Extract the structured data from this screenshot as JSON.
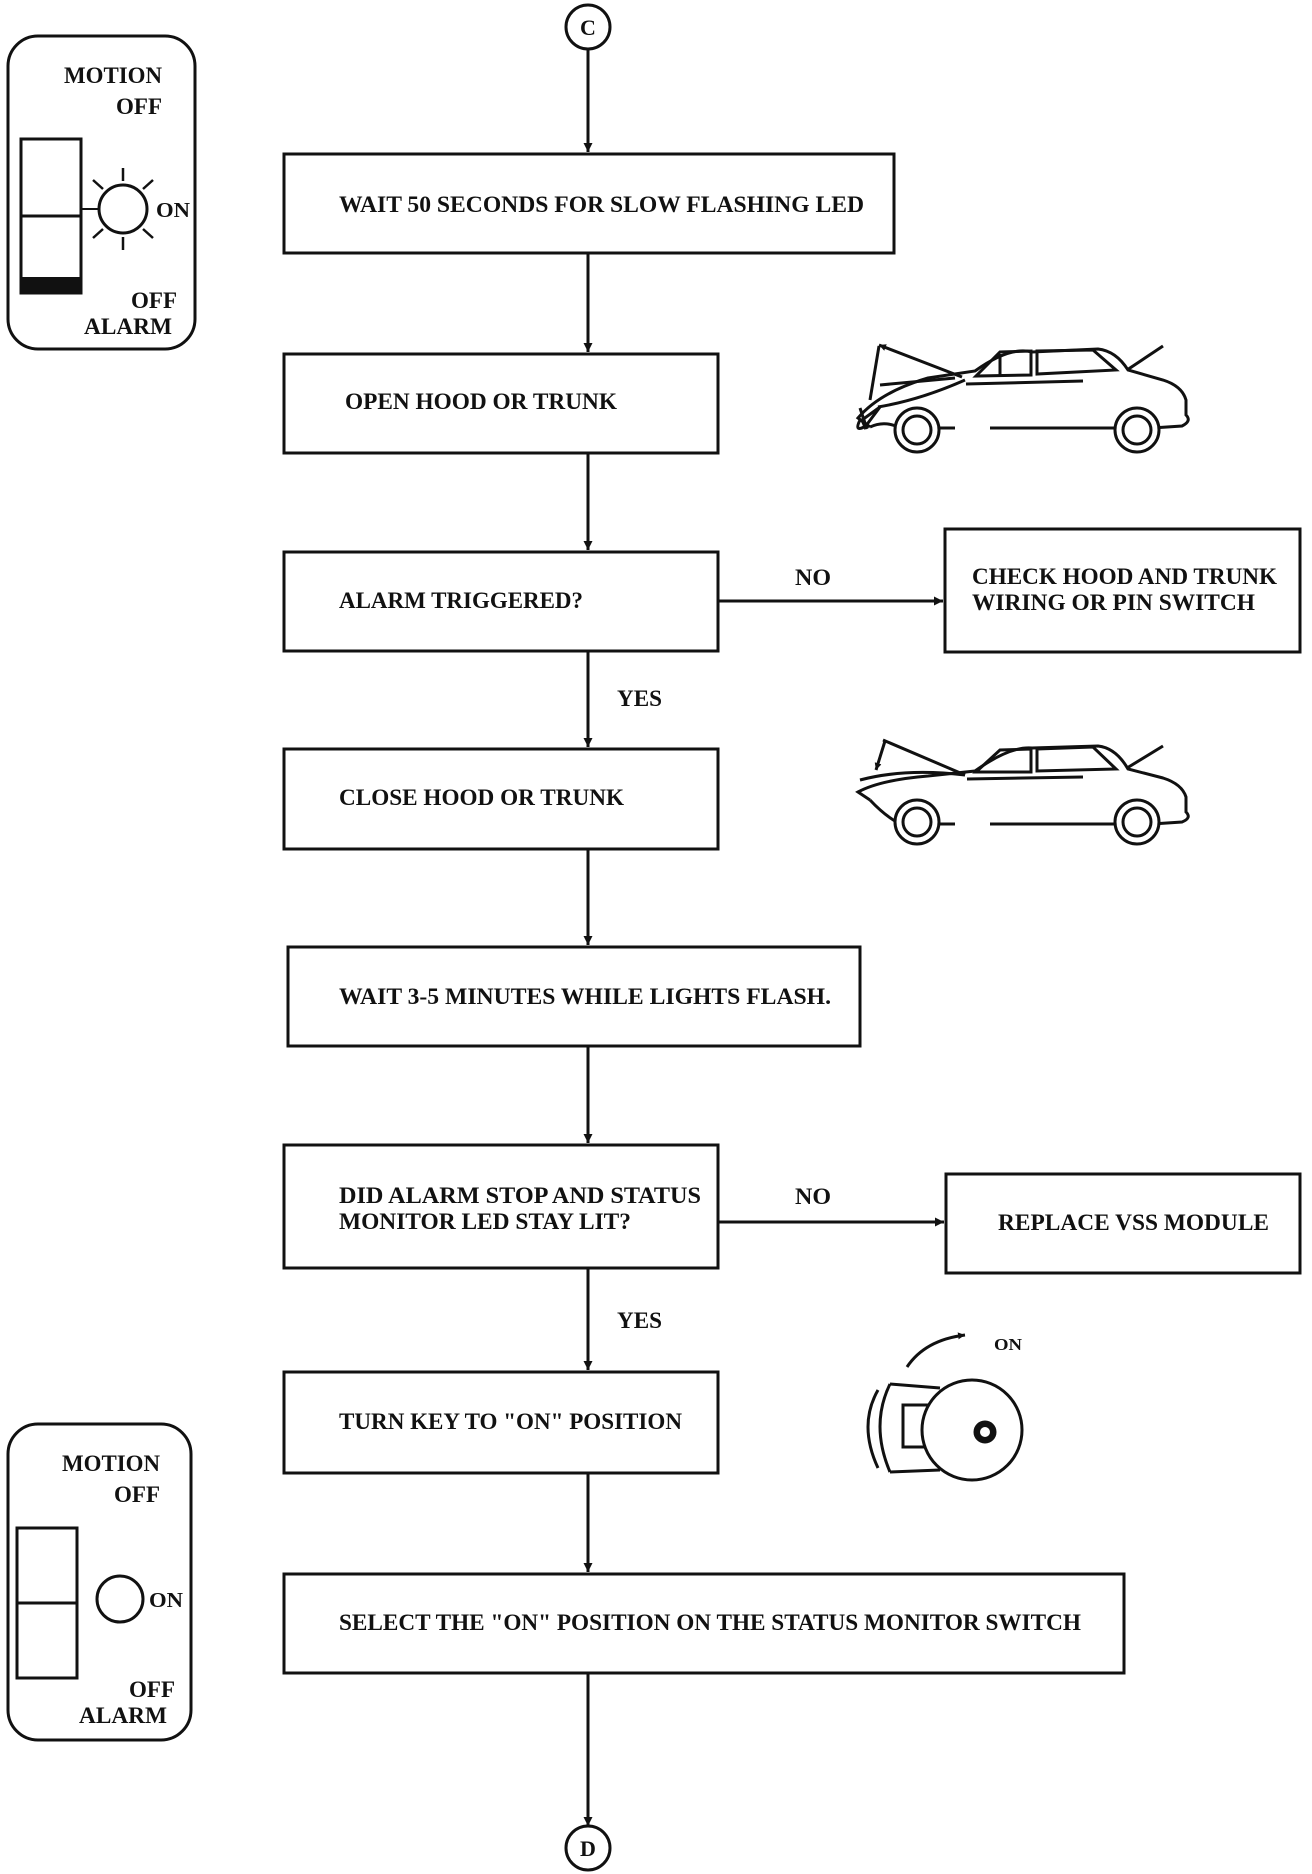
{
  "connectors": {
    "start": "C",
    "end": "D"
  },
  "steps": {
    "wait50": "WAIT 50 SECONDS FOR SLOW FLASHING LED",
    "open": "OPEN HOOD OR TRUNK",
    "triggered": "ALARM TRIGGERED?",
    "check_line1": "CHECK HOOD AND TRUNK",
    "check_line2": "WIRING OR PIN SWITCH",
    "close": "CLOSE HOOD OR TRUNK",
    "wait35": "WAIT 3-5 MINUTES WHILE LIGHTS FLASH.",
    "did_line1": "DID ALARM STOP AND STATUS",
    "did_line2": "MONITOR LED STAY LIT?",
    "replace": "REPLACE VSS MODULE",
    "turnkey": "TURN KEY TO \"ON\" POSITION",
    "select": "SELECT THE \"ON\" POSITION ON THE STATUS MONITOR SWITCH"
  },
  "branch_labels": {
    "no": "NO",
    "yes": "YES"
  },
  "switch_panel_top": {
    "motion": "MOTION",
    "off_top": "OFF",
    "on": "ON",
    "off_bottom": "OFF",
    "alarm": "ALARM",
    "led_state": "flashing"
  },
  "switch_panel_bottom": {
    "motion": "MOTION",
    "off_top": "OFF",
    "on": "ON",
    "off_bottom": "OFF",
    "alarm": "ALARM",
    "led_state": "steady"
  },
  "key_label": "ON",
  "icons": [
    "car-hood-open-icon",
    "car-hood-closing-icon",
    "ignition-key-icon",
    "status-monitor-switch-icon"
  ]
}
